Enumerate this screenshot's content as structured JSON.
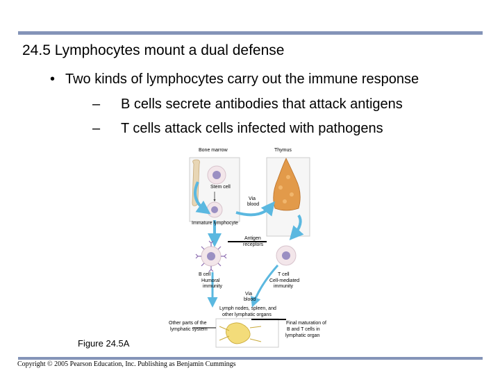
{
  "slide": {
    "title": "24.5 Lymphocytes mount a dual defense",
    "bullet": "Two kinds of lymphocytes carry out the immune response",
    "sub_items": [
      {
        "dash": "–",
        "text": "B cells secrete antibodies that attack antigens"
      },
      {
        "dash": "–",
        "text": "T cells attack cells infected with pathogens"
      }
    ],
    "figure_label": "Figure 24.5A",
    "copyright": "Copyright © 2005 Pearson Education, Inc. Publishing as Benjamin Cummings",
    "accent_color": "#8494b8"
  },
  "diagram": {
    "labels": {
      "bone_marrow": "Bone marrow",
      "thymus": "Thymus",
      "stem_cell": "Stem cell",
      "via_blood_1": [
        "Via",
        "blood"
      ],
      "immature_lymphocyte": "Immature lymphocyte",
      "antigen_receptors": [
        "Antigen",
        "receptors"
      ],
      "b_cell": [
        "B cell",
        "Humoral",
        "immunity"
      ],
      "t_cell": [
        "T cell",
        "Cell-mediated",
        "immunity"
      ],
      "via_blood_2": [
        "Via",
        "blood"
      ],
      "lymph_nodes": [
        "Lymph nodes, spleen, and",
        "other lymphatic organs"
      ],
      "other_parts": [
        "Other parts of the",
        "lymphatic system"
      ],
      "final_maturation": [
        "Final maturation of",
        "B and T cells in",
        "lymphatic organ"
      ]
    },
    "colors": {
      "arrow": "#5bb8e0",
      "cell_fill": "#f3e6ea",
      "nucleus": "#9b8fc2",
      "receptor": "#8c6bb0",
      "bone": "#e8d6b5",
      "thymus": "#e29a4a",
      "node": "#f3dc7a"
    }
  }
}
